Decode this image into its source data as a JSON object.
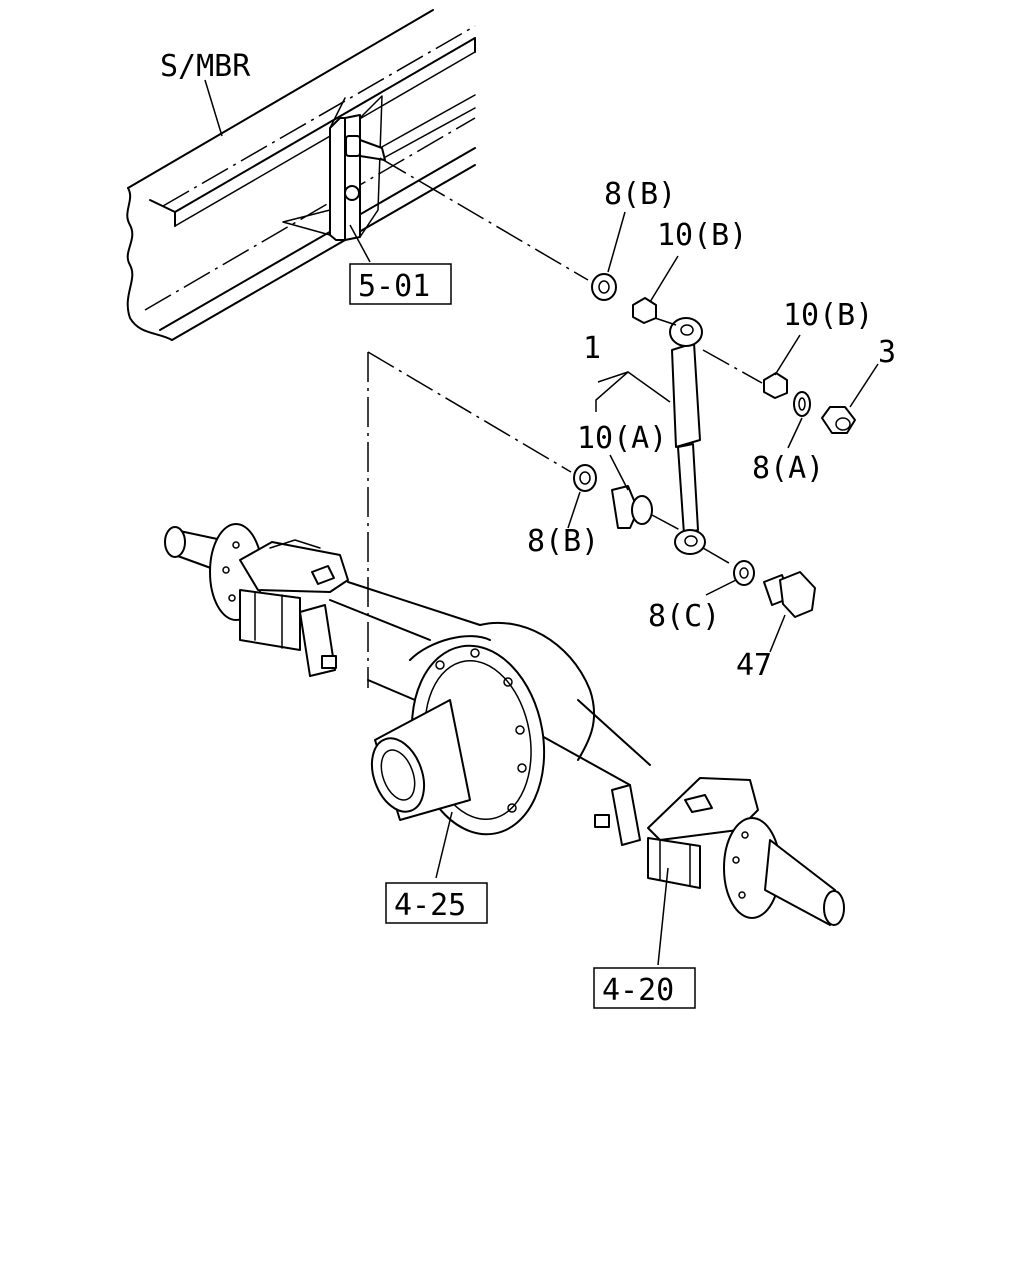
{
  "diagram": {
    "labels": {
      "smbr": "S/MBR",
      "ref_501": "5-01",
      "ref_425": "4-25",
      "ref_420": "4-20",
      "p1": "1",
      "p3": "3",
      "p47": "47",
      "p8b_top": "8(B)",
      "p10b_top": "10(B)",
      "p10b_right": "10(B)",
      "p10a": "10(A)",
      "p8a": "8(A)",
      "p8b_left": "8(B)",
      "p8c": "8(C)"
    }
  }
}
